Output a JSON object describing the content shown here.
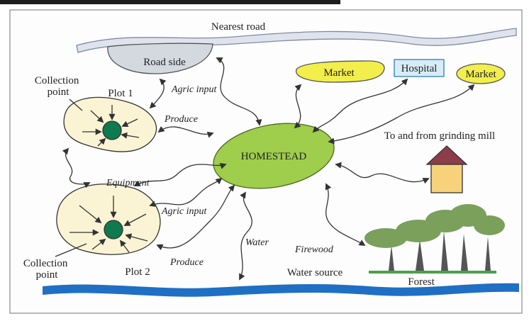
{
  "colors": {
    "road": "#dfe3ec",
    "road_edge": "#7f8aa6",
    "roadside": "#d4d9e0",
    "market": "#f2ee4c",
    "hospital": "#d8ecf7",
    "hospital_edge": "#2f7fb5",
    "plot": "#fbf4d4",
    "collection_point": "#0e7a4e",
    "homestead": "#9fcd4c",
    "house_wall": "#f7d27a",
    "house_roof": "#8e3c4a",
    "water": "#1f6fc4",
    "tree_canopy": "#7aa05c",
    "grass": "#4ca04c"
  },
  "labels": {
    "nearest_road": "Nearest road",
    "road_side": "Road side",
    "market_1": "Market",
    "hospital": "Hospital",
    "market_2": "Market",
    "collection_point_1": "Collection\npoint",
    "plot_1": "Plot 1",
    "collection_point_2": "Collection\npoint",
    "plot_2": "Plot 2",
    "homestead": "HOMESTEAD",
    "grinding_mill": "To and from grinding mill",
    "water_source": "Water source",
    "forest": "Forest"
  },
  "flows": {
    "agric_input_1": "Agric input",
    "produce_1": "Produce",
    "equipment": "Equipment",
    "agric_input_2": "Agric input",
    "produce_2": "Produce",
    "water": "Water",
    "firewood": "Firewood"
  }
}
